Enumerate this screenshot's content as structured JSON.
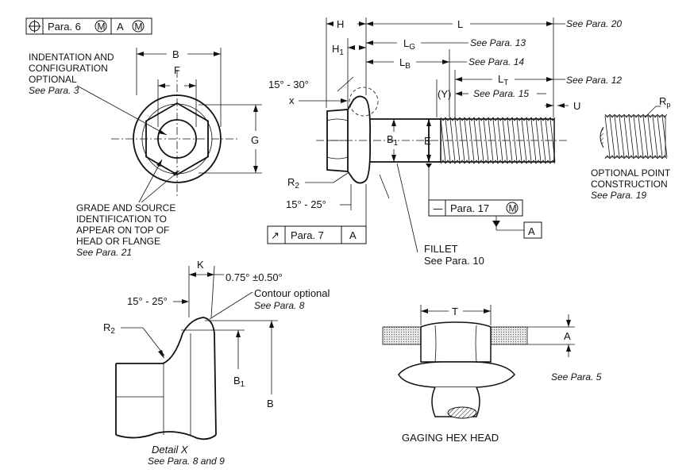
{
  "fcf_top": {
    "symbol": "⌖",
    "tolerance": "Para. 6",
    "mod1": "M",
    "datum": "A",
    "mod2": "M"
  },
  "fcf_runout": {
    "symbol": "↗",
    "tolerance": "Para. 7",
    "datum": "A"
  },
  "fcf_straight": {
    "symbol": "—",
    "tolerance": "Para. 17",
    "mod": "M"
  },
  "datum_box": "A",
  "notes": {
    "indentation": [
      "INDENTATION AND",
      "CONFIGURATION",
      "OPTIONAL"
    ],
    "indentation_ref": "See Para. 3",
    "grade": [
      "GRADE AND SOURCE",
      "IDENTIFICATION TO",
      "APPEAR ON TOP OF",
      "HEAD OR FLANGE"
    ],
    "grade_ref": "See Para. 21",
    "fillet": "FILLET",
    "fillet_ref": "See Para. 10",
    "optional_point": [
      "OPTIONAL POINT",
      "CONSTRUCTION"
    ],
    "optional_point_ref": "See Para. 19",
    "contour": "Contour optional",
    "contour_ref": "See Para. 8",
    "detail_title": "Detail X",
    "detail_ref": "See Para. 8 and 9",
    "gaging_title": "GAGING HEX HEAD",
    "gaging_ref": "See Para. 5"
  },
  "dims": {
    "B": "B",
    "F": "F",
    "G": "G",
    "H": "H",
    "H1": "H",
    "H1_sub": "1",
    "L": "L",
    "LG": "L",
    "LG_sub": "G",
    "LB": "L",
    "LB_sub": "B",
    "LT": "L",
    "LT_sub": "T",
    "Y": "(Y)",
    "U": "U",
    "E": "E",
    "B1": "B",
    "B1_sub": "1",
    "R2": "R",
    "R2_sub": "2",
    "Rp": "R",
    "Rp_sub": "p",
    "X": "x",
    "K": "K",
    "T": "T",
    "A": "A",
    "angle_head": "15° - 30°",
    "angle_flange": "15° - 25°",
    "angle_detail": "15° - 25°",
    "angle_tol": "0.75° ±0.50°"
  },
  "refs": {
    "L": "See Para. 20",
    "LG": "See Para. 13",
    "LB": "See Para. 14",
    "LT": "See Para. 12",
    "Y": "See Para. 15"
  }
}
